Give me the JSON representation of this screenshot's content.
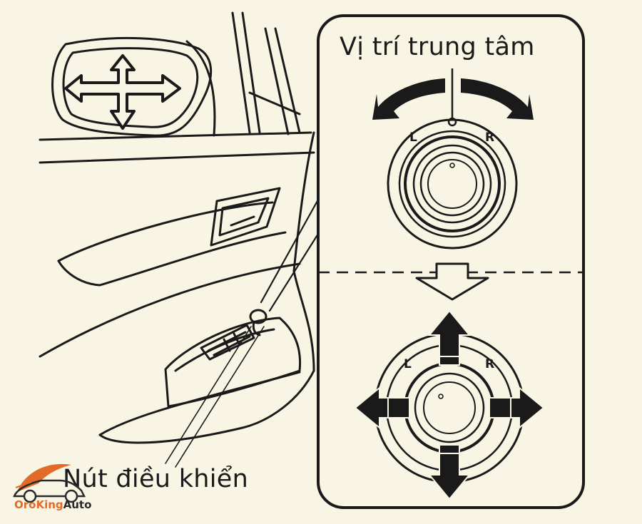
{
  "labels": {
    "center_position": "Vị trí trung tâm",
    "control_knob": "Nút điều khiển",
    "left_mark": "L",
    "right_mark": "R"
  },
  "logo": {
    "brand_part1": "OroKing",
    "brand_part2": "Auto"
  },
  "colors": {
    "background": "#f8f5e4",
    "line": "#1a1a1a",
    "logo_orange": "#e36b2a"
  }
}
